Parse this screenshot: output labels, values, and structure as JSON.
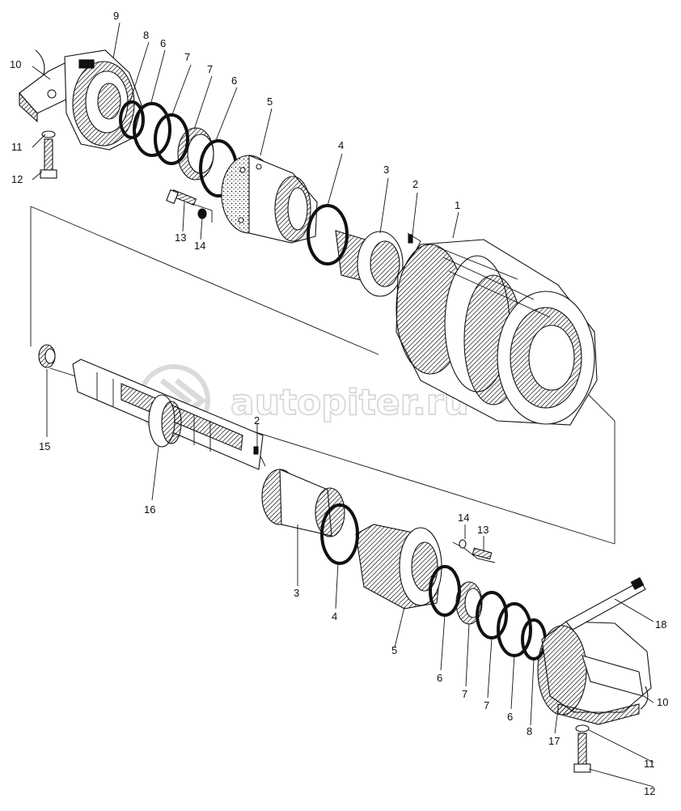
{
  "diagram": {
    "watermark": "autopiter.ru",
    "callouts_top": [
      "10",
      "9",
      "8",
      "6",
      "7",
      "7",
      "6",
      "5",
      "4",
      "3",
      "2",
      "1",
      "11",
      "12",
      "13",
      "14"
    ],
    "callouts_bottom": [
      "15",
      "16",
      "2",
      "3",
      "4",
      "5",
      "14",
      "13",
      "6",
      "7",
      "7",
      "6",
      "8",
      "17",
      "18",
      "10",
      "11",
      "12"
    ],
    "colors": {
      "ink": "#111111",
      "paper": "#ffffff",
      "watermark": "#d4d4d4"
    }
  }
}
